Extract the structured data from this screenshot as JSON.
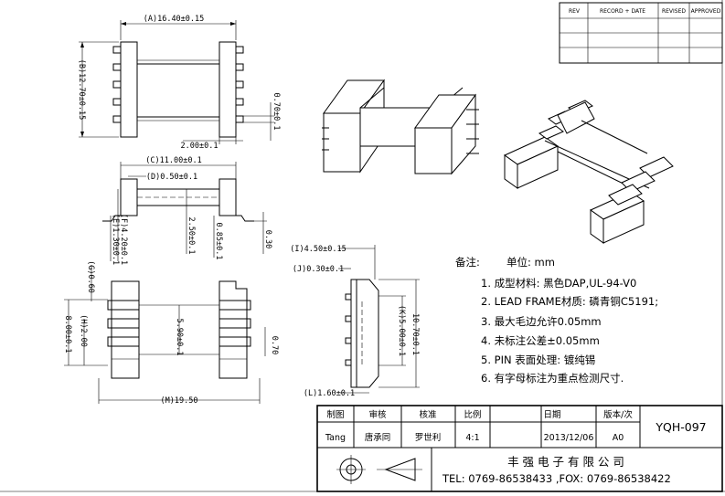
{
  "revision_table": {
    "headers": [
      "REV",
      "RECORD + DATE",
      "REVISED",
      "APPROVED"
    ]
  },
  "top_view": {
    "dim_a": "(A)16.40±0.15",
    "dim_b": "(B)12.70±0.15",
    "dim_pin_offset": "0.70±0.1",
    "dim_pin_pitch": "2.00±0.1"
  },
  "front_view": {
    "dim_c": "(C)11.00±0.1",
    "dim_d": "(D)0.50±0.1",
    "dim_e": "(E)1.30±0.1",
    "dim_f": "(F)4.20±0.1",
    "dim_height": "2.50±0.1",
    "dim_flange": "0.85±0.1",
    "dim_lead": "0.30"
  },
  "bottom_view": {
    "dim_g": "(G)0.60",
    "dim_width": "8.00±0.1",
    "dim_h": "(H)2.00",
    "dim_inner": "5.90±0.1",
    "dim_pad": "0.70",
    "dim_m": "(M)19.50"
  },
  "side_view": {
    "dim_i": "(I)4.50±0.15",
    "dim_j": "(J)0.30±0.1",
    "dim_k": "(K)5.00±0.1",
    "dim_height": "10.70±0.1",
    "dim_l": "(L)1.60±0.1"
  },
  "notes": {
    "title": "备注:",
    "unit": "单位: mm",
    "items": [
      "1. 成型材料: 黑色DAP,UL-94-V0",
      "2. LEAD FRAME材质: 磷青铜C5191;",
      "3. 最大毛边允许0.05mm",
      "4. 未标注公差±0.05mm",
      "5. PIN 表面处理: 镀纯锡",
      "6. 有字母标注为重点检测尺寸."
    ]
  },
  "title_block": {
    "headers": [
      "制图",
      "审核",
      "核准",
      "比例",
      "日期",
      "版本/次"
    ],
    "values": [
      "Tang",
      "唐承同",
      "罗世利",
      "4:1",
      "2013/12/06",
      "A0"
    ],
    "drawing_no": "YQH-097",
    "company": "丰 强 电 子 有 限 公 司",
    "contact": "TEL: 0769-86538433 ,FOX: 0769-86538422"
  }
}
